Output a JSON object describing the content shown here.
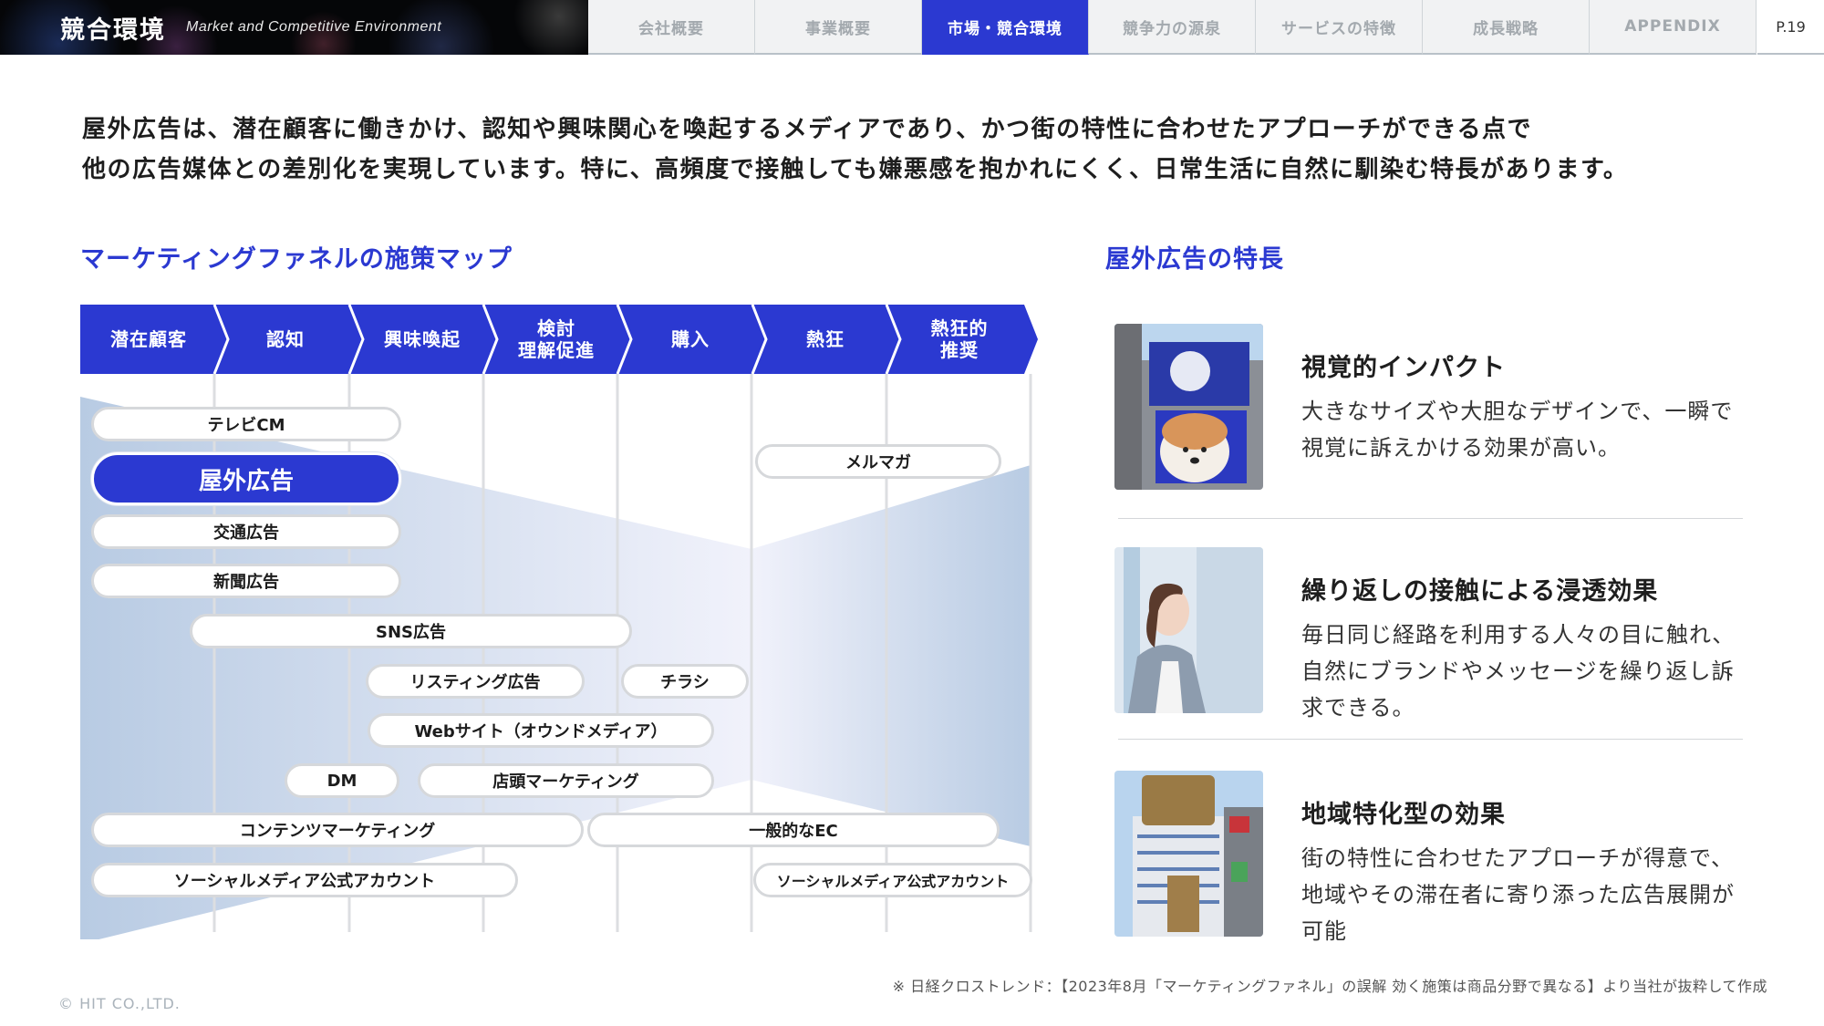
{
  "header": {
    "title": "競合環境",
    "subtitle": "Market and Competitive Environment",
    "page_number": "P.19",
    "tabs": [
      {
        "label": "会社概要",
        "active": false
      },
      {
        "label": "事業概要",
        "active": false
      },
      {
        "label": "市場・競合環境",
        "active": true
      },
      {
        "label": "競争力の源泉",
        "active": false
      },
      {
        "label": "サービスの特徴",
        "active": false
      },
      {
        "label": "成長戦略",
        "active": false
      },
      {
        "label": "APPENDIX",
        "active": false
      }
    ]
  },
  "lead": {
    "line1": "屋外広告は、潜在顧客に働きかけ、認知や興味関心を喚起するメディアであり、かつ街の特性に合わせたアプローチができる点で",
    "line2": "他の広告媒体との差別化を実現しています。特に、高頻度で接触しても嫌悪感を抱かれにくく、日常生活に自然に馴染む特長があります。"
  },
  "funnel": {
    "title": "マーケティングファネルの施策マップ",
    "stages": [
      {
        "line1": "潜在顧客",
        "line2": ""
      },
      {
        "line1": "認知",
        "line2": ""
      },
      {
        "line1": "興味喚起",
        "line2": ""
      },
      {
        "line1": "検討",
        "line2": "理解促進"
      },
      {
        "line1": "購入",
        "line2": ""
      },
      {
        "line1": "熱狂",
        "line2": ""
      },
      {
        "line1": "熱狂的",
        "line2": "推奨"
      }
    ],
    "colors": {
      "stage_bg": "#2b39d1",
      "highlight": "#2b39d1",
      "funnel_shade": "#b8cbe3"
    },
    "measures": [
      {
        "label": "テレビCM",
        "highlight": false
      },
      {
        "label": "屋外広告",
        "highlight": true
      },
      {
        "label": "交通広告",
        "highlight": false
      },
      {
        "label": "新聞広告",
        "highlight": false
      },
      {
        "label": "メルマガ",
        "highlight": false
      },
      {
        "label": "SNS広告",
        "highlight": false
      },
      {
        "label": "リスティング広告",
        "highlight": false
      },
      {
        "label": "チラシ",
        "highlight": false
      },
      {
        "label": "Webサイト（オウンドメディア）",
        "highlight": false
      },
      {
        "label": "DM",
        "highlight": false
      },
      {
        "label": "店頭マーケティング",
        "highlight": false
      },
      {
        "label": "コンテンツマーケティング",
        "highlight": false
      },
      {
        "label": "一般的なEC",
        "highlight": false
      },
      {
        "label": "ソーシャルメディア公式アカウント",
        "highlight": false
      },
      {
        "label": "ソーシャルメディア公式アカウント",
        "highlight": false
      }
    ]
  },
  "features": {
    "title": "屋外広告の特長",
    "items": [
      {
        "title": "視覚的インパクト",
        "desc": "大きなサイズや大胆なデザインで、一瞬で視覚に訴えかける効果が高い。",
        "image": "billboard-dog-photo"
      },
      {
        "title": "繰り返しの接触による浸透効果",
        "desc": "毎日同じ経路を利用する人々の目に触れ、自然にブランドやメッセージを繰り返し訴求できる。",
        "image": "woman-looking-up-photo"
      },
      {
        "title": "地域特化型の効果",
        "desc": "街の特性に合わせたアプローチが得意で、地域やその滞在者に寄り添った広告展開が可能",
        "image": "building-billboard-photo"
      }
    ]
  },
  "footer": {
    "source": "※ 日経クロストレンド：【2023年8月「マーケティングファネル」の誤解 効く施策は商品分野で異なる】より当社が抜粋して作成",
    "copyright": "© HIT CO.,LTD."
  }
}
